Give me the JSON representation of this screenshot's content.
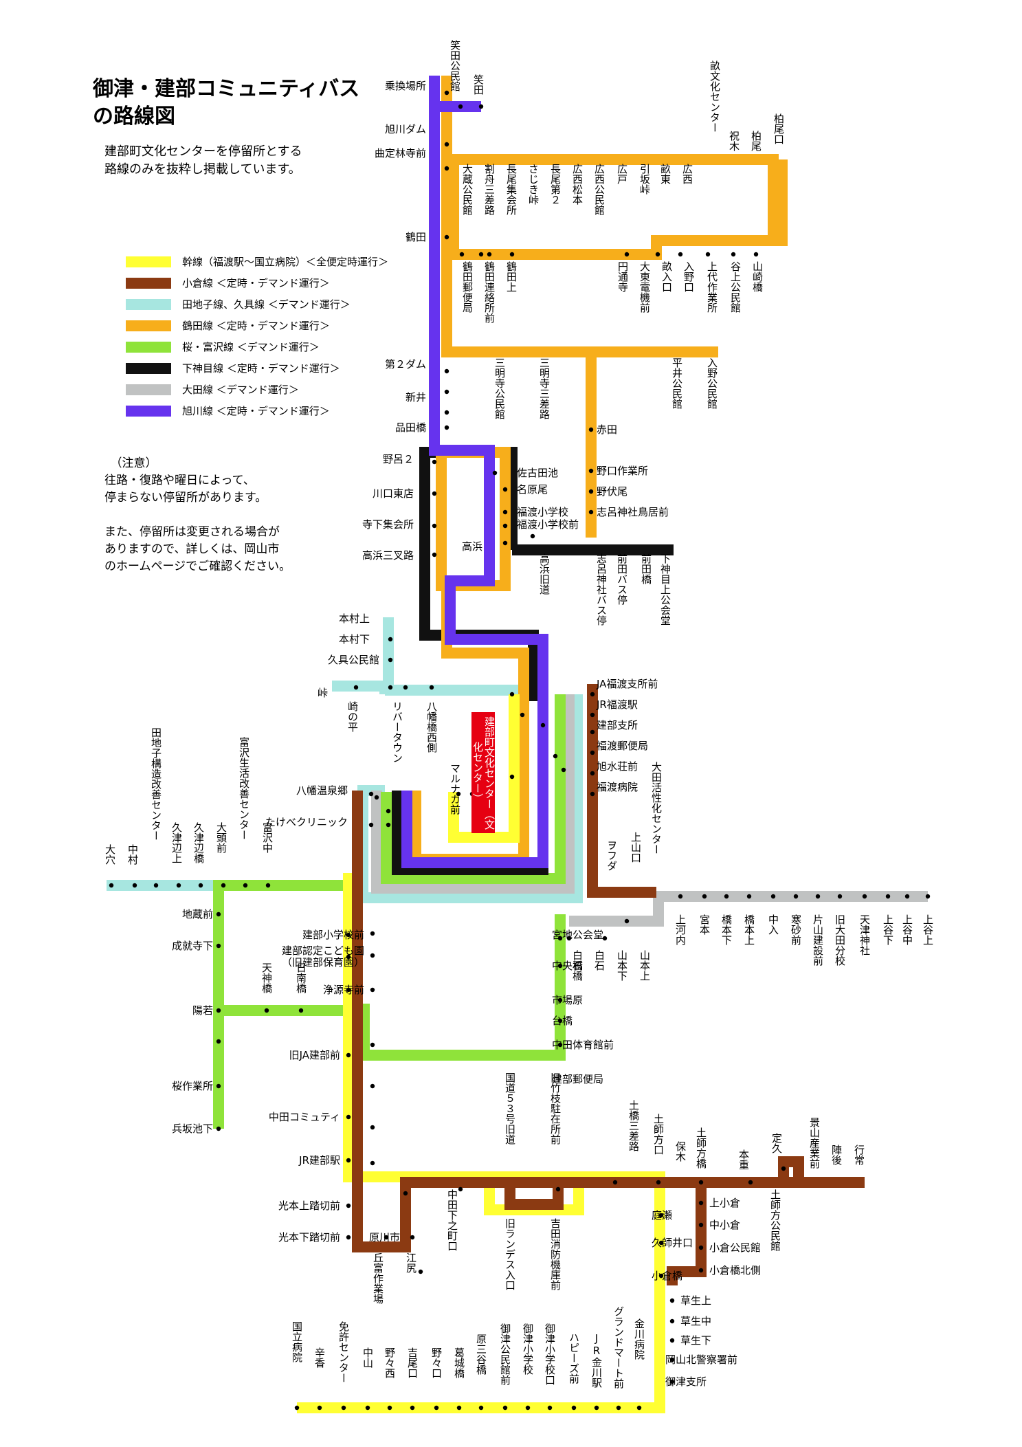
{
  "title_lines": [
    "御津・建部コミュニティバス",
    "の路線図"
  ],
  "note_lines": [
    "建部町文化センターを停留所とする",
    "路線のみを抜粋し掲載しています。"
  ],
  "legend": [
    {
      "color": "#ffff33",
      "label": "幹線（福渡駅～国立病院）＜全便定時運行＞"
    },
    {
      "color": "#8b3a12",
      "label": "小倉線 ＜定時・デマンド運行＞"
    },
    {
      "color": "#a7e6e0",
      "label": "田地子線、久具線 ＜デマンド運行＞"
    },
    {
      "color": "#f7ae1b",
      "label": "鶴田線 ＜定時・デマンド運行＞"
    },
    {
      "color": "#8fe33a",
      "label": "桜・富沢線 ＜デマンド運行＞"
    },
    {
      "color": "#111111",
      "label": "下神目線 ＜定時・デマンド運行＞"
    },
    {
      "color": "#c0c2c2",
      "label": "大田線 ＜デマンド運行＞"
    },
    {
      "color": "#6633ee",
      "label": "旭川線 ＜定時・デマンド運行＞"
    }
  ],
  "caution_lines": [
    "　（注意）",
    "往路・復路や曜日によって、",
    "停まらない停留所があります。",
    "",
    "また、停留所は変更される場合が",
    "ありますので、詳しくは、岡山市",
    "のホームページでご確認ください。"
  ],
  "center_label": "建部町文化センター（文化センター）",
  "colors": {
    "kansen": "#ffff33",
    "ogura": "#8b3a12",
    "tajiko": "#a7e6e0",
    "tsuruta": "#f7ae1b",
    "sakura": "#8fe33a",
    "shimokoume": "#111111",
    "ota": "#c0c2c2",
    "asahikawa": "#6633ee"
  },
  "stops": [
    {
      "t": "笑田公民館",
      "v": true
    },
    {
      "t": "笑田",
      "v": true
    },
    {
      "t": "乗換場所"
    },
    {
      "t": "旭川ダム"
    },
    {
      "t": "曲定林寺前"
    },
    {
      "t": "畝文化センター",
      "v": true
    },
    {
      "t": "祝木",
      "v": true
    },
    {
      "t": "柏尾",
      "v": true
    },
    {
      "t": "柏尾口",
      "v": true
    },
    {
      "t": "大蔵公民館",
      "v": true
    },
    {
      "t": "割舟三差路",
      "v": true
    },
    {
      "t": "長尾集会所",
      "v": true
    },
    {
      "t": "さじき峠",
      "v": true
    },
    {
      "t": "長尾第２",
      "v": true
    },
    {
      "t": "広西松本",
      "v": true
    },
    {
      "t": "広西公民館",
      "v": true
    },
    {
      "t": "広戸",
      "v": true
    },
    {
      "t": "引坂峠",
      "v": true
    },
    {
      "t": "畝東",
      "v": true
    },
    {
      "t": "広西",
      "v": true
    },
    {
      "t": "鶴田"
    },
    {
      "t": "鶴田郵便局",
      "v": true
    },
    {
      "t": "鶴田連絡所前",
      "v": true
    },
    {
      "t": "鶴田上",
      "v": true
    },
    {
      "t": "円通寺",
      "v": true
    },
    {
      "t": "大東電機前",
      "v": true
    },
    {
      "t": "畝入口",
      "v": true
    },
    {
      "t": "入野口",
      "v": true
    },
    {
      "t": "上代作業所",
      "v": true
    },
    {
      "t": "谷上公民館",
      "v": true
    },
    {
      "t": "山崎橋",
      "v": true
    },
    {
      "t": "第２ダム"
    },
    {
      "t": "新井"
    },
    {
      "t": "品田橋"
    },
    {
      "t": "三明寺公民館",
      "v": true
    },
    {
      "t": "三明寺三差路",
      "v": true
    },
    {
      "t": "平井公民館",
      "v": true
    },
    {
      "t": "入野公民館",
      "v": true
    },
    {
      "t": "赤田"
    },
    {
      "t": "野口作業所"
    },
    {
      "t": "野伏尾"
    },
    {
      "t": "志呂神社鳥居前"
    },
    {
      "t": "野呂２"
    },
    {
      "t": "川口東店"
    },
    {
      "t": "寺下集会所"
    },
    {
      "t": "高浜三叉路"
    },
    {
      "t": "佐古田池"
    },
    {
      "t": "名原尾"
    },
    {
      "t": "福渡小学校"
    },
    {
      "t": "福渡小学校前"
    },
    {
      "t": "高浜"
    },
    {
      "t": "高浜旧道",
      "v": true
    },
    {
      "t": "志呂神社バス停",
      "v": true
    },
    {
      "t": "前田バス停",
      "v": true
    },
    {
      "t": "前田橋",
      "v": true
    },
    {
      "t": "下神目上公会堂",
      "v": true
    },
    {
      "t": "本村上"
    },
    {
      "t": "本村下"
    },
    {
      "t": "久具公民館"
    },
    {
      "t": "峠"
    },
    {
      "t": "崎の平",
      "v": true
    },
    {
      "t": "リバータウン",
      "v": true
    },
    {
      "t": "八幡橋西側",
      "v": true
    },
    {
      "t": "マルナカ前",
      "v": true
    },
    {
      "t": "JA福渡支所前"
    },
    {
      "t": "JR福渡駅"
    },
    {
      "t": "建部支所"
    },
    {
      "t": "福渡郵便局"
    },
    {
      "t": "旭水荘前"
    },
    {
      "t": "福渡病院"
    },
    {
      "t": "八幡温泉郷"
    },
    {
      "t": "たけべクリニック"
    },
    {
      "t": "田地子構造改善センター",
      "v": true
    },
    {
      "t": "富沢生活改善センター",
      "v": true
    },
    {
      "t": "大穴",
      "v": true
    },
    {
      "t": "中村",
      "v": true
    },
    {
      "t": "久津辺上",
      "v": true
    },
    {
      "t": "久津辺橋",
      "v": true
    },
    {
      "t": "大頭前",
      "v": true
    },
    {
      "t": "富沢中",
      "v": true
    },
    {
      "t": "大田活性化センター",
      "v": true
    },
    {
      "t": "ヲフダ",
      "v": true
    },
    {
      "t": "上山口",
      "v": true
    },
    {
      "t": "地蔵前"
    },
    {
      "t": "成就寺下"
    },
    {
      "t": "天神橋",
      "v": true
    },
    {
      "t": "日南橋",
      "v": true
    },
    {
      "t": "陽若"
    },
    {
      "t": "桜作業所"
    },
    {
      "t": "兵坂池下"
    },
    {
      "t": "建部小学校前"
    },
    {
      "t": "建部認定こども園"
    },
    {
      "t": "（旧建部保育園）"
    },
    {
      "t": "浄源寺前"
    },
    {
      "t": "旧JA建部前"
    },
    {
      "t": "中田コミュティ"
    },
    {
      "t": "JR建部駅"
    },
    {
      "t": "光本上踏切前"
    },
    {
      "t": "光本下踏切前"
    },
    {
      "t": "宮地公会堂"
    },
    {
      "t": "中央橋"
    },
    {
      "t": "市場原"
    },
    {
      "t": "台橋"
    },
    {
      "t": "中田体育館前"
    },
    {
      "t": "建部郵便局"
    },
    {
      "t": "白石橋",
      "v": true
    },
    {
      "t": "白石",
      "v": true
    },
    {
      "t": "山本下",
      "v": true
    },
    {
      "t": "山本上",
      "v": true
    },
    {
      "t": "上河内",
      "v": true
    },
    {
      "t": "宮本",
      "v": true
    },
    {
      "t": "橋本下",
      "v": true
    },
    {
      "t": "橋本上",
      "v": true
    },
    {
      "t": "中入",
      "v": true
    },
    {
      "t": "寒砂前",
      "v": true
    },
    {
      "t": "片山建設前",
      "v": true
    },
    {
      "t": "旧大田分校",
      "v": true
    },
    {
      "t": "天津神社",
      "v": true
    },
    {
      "t": "上谷下",
      "v": true
    },
    {
      "t": "上谷中",
      "v": true
    },
    {
      "t": "上谷上",
      "v": true
    },
    {
      "t": "国道５３号旧道",
      "v": true
    },
    {
      "t": "旧竹枝駐在所前",
      "v": true
    },
    {
      "t": "土橋三差路",
      "v": true
    },
    {
      "t": "土師方口",
      "v": true
    },
    {
      "t": "保木",
      "v": true
    },
    {
      "t": "土師方橋",
      "v": true
    },
    {
      "t": "本重",
      "v": true
    },
    {
      "t": "定久",
      "v": true
    },
    {
      "t": "景山産業前",
      "v": true
    },
    {
      "t": "陣後",
      "v": true
    },
    {
      "t": "行常",
      "v": true
    },
    {
      "t": "原川市"
    },
    {
      "t": "中田下之町口",
      "v": true
    },
    {
      "t": "旧ランデス入口",
      "v": true
    },
    {
      "t": "吉田消防機庫前",
      "v": true
    },
    {
      "t": "丘富作業場",
      "v": true
    },
    {
      "t": "江尻",
      "v": true
    },
    {
      "t": "庭瀬"
    },
    {
      "t": "久師井口"
    },
    {
      "t": "小倉橋"
    },
    {
      "t": "上小倉"
    },
    {
      "t": "中小倉"
    },
    {
      "t": "小倉公民館"
    },
    {
      "t": "小倉橋北側"
    },
    {
      "t": "土師方公民館",
      "v": true
    },
    {
      "t": "草生上"
    },
    {
      "t": "草生中"
    },
    {
      "t": "草生下"
    },
    {
      "t": "岡山北警察署前"
    },
    {
      "t": "御津支所"
    },
    {
      "t": "国立病院",
      "v": true
    },
    {
      "t": "辛香",
      "v": true
    },
    {
      "t": "免許センター",
      "v": true
    },
    {
      "t": "中山",
      "v": true
    },
    {
      "t": "野々西",
      "v": true
    },
    {
      "t": "吉尾口",
      "v": true
    },
    {
      "t": "野々口",
      "v": true
    },
    {
      "t": "葛城橋",
      "v": true
    },
    {
      "t": "原三谷橋",
      "v": true
    },
    {
      "t": "御津公民館前",
      "v": true
    },
    {
      "t": "御津小学校",
      "v": true
    },
    {
      "t": "御津小学校口",
      "v": true
    },
    {
      "t": "ハピーズ前",
      "v": true
    },
    {
      "t": "JR金川駅",
      "v": true
    },
    {
      "t": "グランドマート前",
      "v": true
    },
    {
      "t": "金川病院",
      "v": true
    }
  ]
}
